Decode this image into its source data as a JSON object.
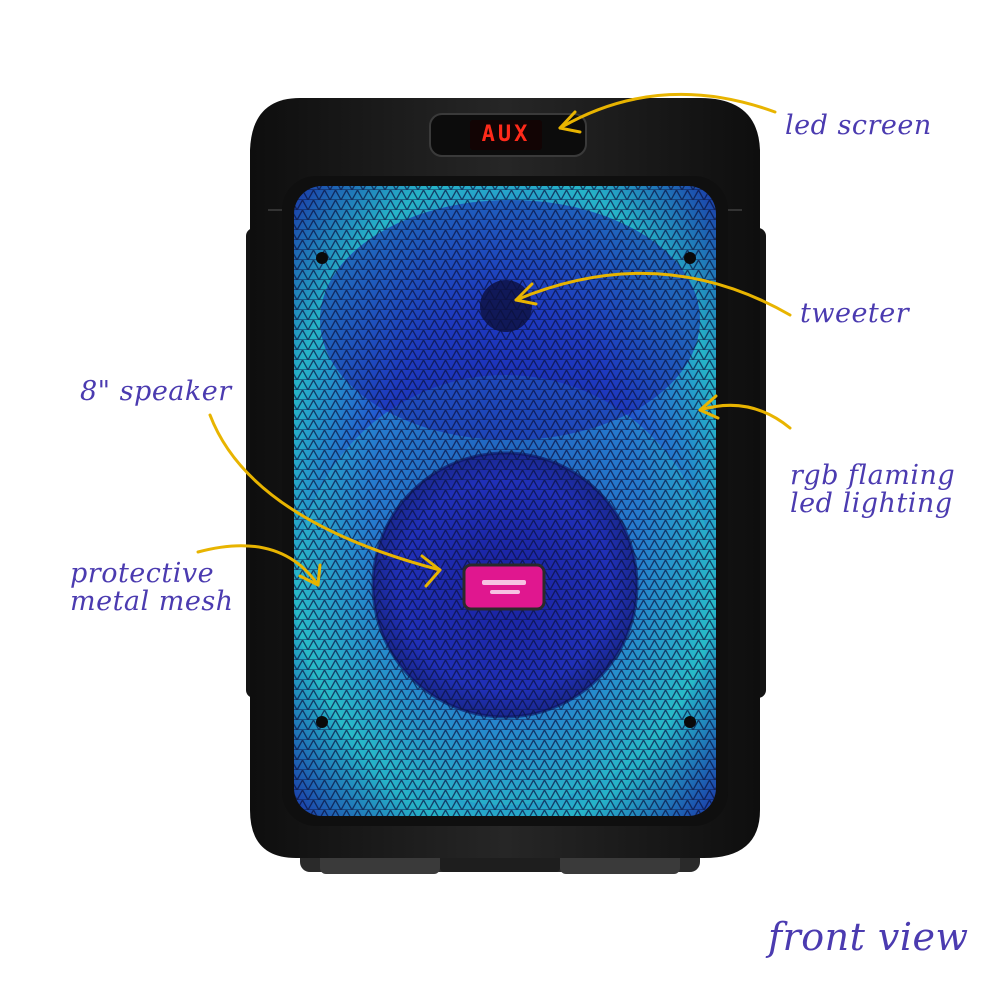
{
  "display": {
    "screen_text": "AUX"
  },
  "callouts": {
    "led_screen": "led screen",
    "tweeter": "tweeter",
    "speaker_size": "8\" speaker",
    "rgb_lighting_line1": "rgb flaming",
    "rgb_lighting_line2": "led lighting",
    "mesh_line1": "protective",
    "mesh_line2": "metal mesh",
    "view_label": "front view"
  },
  "colors": {
    "annotation_text": "#4b3bb0",
    "arrow": "#e8b400",
    "body": "#1c1c1c",
    "mesh_blue": "#1e35c8",
    "mesh_cyan": "#2fd6c8",
    "logo_badge": "#e0178f"
  }
}
